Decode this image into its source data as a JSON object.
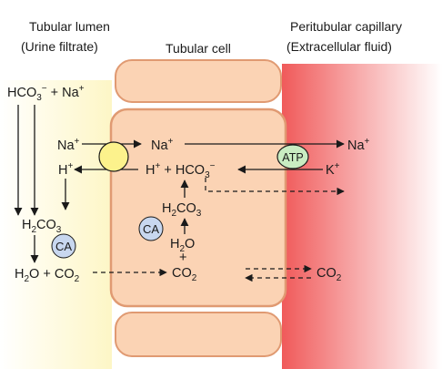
{
  "headers": {
    "lumen_line1": "Tubular lumen",
    "lumen_line2": "(Urine filtrate)",
    "cell": "Tubular cell",
    "capillary_line1": "Peritubular capillary",
    "capillary_line2": "(Extracellular fluid)"
  },
  "lumen": {
    "hco3": "HCO",
    "hco3_sub": "3",
    "hco3_sup": "−",
    "plus_na": " + Na",
    "plus_na_sup": "+",
    "na": "Na",
    "na_sup": "+",
    "h": "H",
    "h_sup": "+",
    "h2co3_a": "H",
    "h2co3_sub1": "2",
    "h2co3_b": "CO",
    "h2co3_sub2": "3",
    "ca": "CA",
    "water_co2_a": "H",
    "water_co2_sub1": "2",
    "water_co2_b": "O + CO",
    "water_co2_sub2": "2"
  },
  "cell": {
    "na": "Na",
    "na_sup": "+",
    "h_hco3_a": "H",
    "h_hco3_sup1": "+",
    "h_hco3_b": " + HCO",
    "h_hco3_sub": "3",
    "h_hco3_sup2": "−",
    "h2co3_a": "H",
    "h2co3_sub1": "2",
    "h2co3_b": "CO",
    "h2co3_sub2": "3",
    "ca": "CA",
    "h2o_a": "H",
    "h2o_sub": "2",
    "h2o_b": "O",
    "plus": "+",
    "co2_a": "CO",
    "co2_sub": "2"
  },
  "capillary": {
    "na": "Na",
    "na_sup": "+",
    "k": "K",
    "k_sup": "+",
    "co2_a": "CO",
    "co2_sub": "2",
    "atp": "ATP"
  },
  "colors": {
    "lumen_bg": "#fefbdc",
    "cell_fill": "#fbd3b4",
    "cell_border": "#e09a72",
    "capillary_red": "#f26b6b",
    "transporter_yellow": "#fcf28c",
    "ca_blue": "#c8d7ef",
    "atp_green": "#c9ecc2",
    "arrow": "#1a1a1a"
  }
}
